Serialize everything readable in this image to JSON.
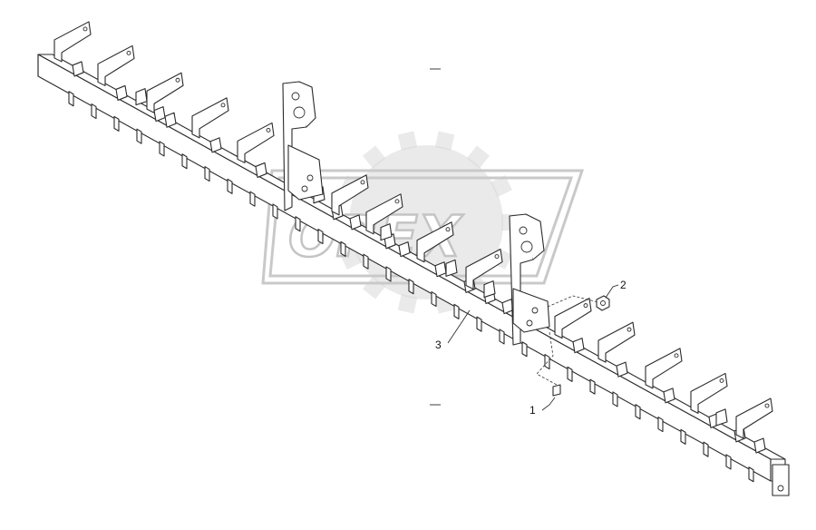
{
  "watermark": {
    "text": "OREX"
  },
  "callouts": [
    {
      "id": "callout-1",
      "label": "1"
    },
    {
      "id": "callout-2",
      "label": "2"
    },
    {
      "id": "callout-3",
      "label": "3"
    }
  ]
}
